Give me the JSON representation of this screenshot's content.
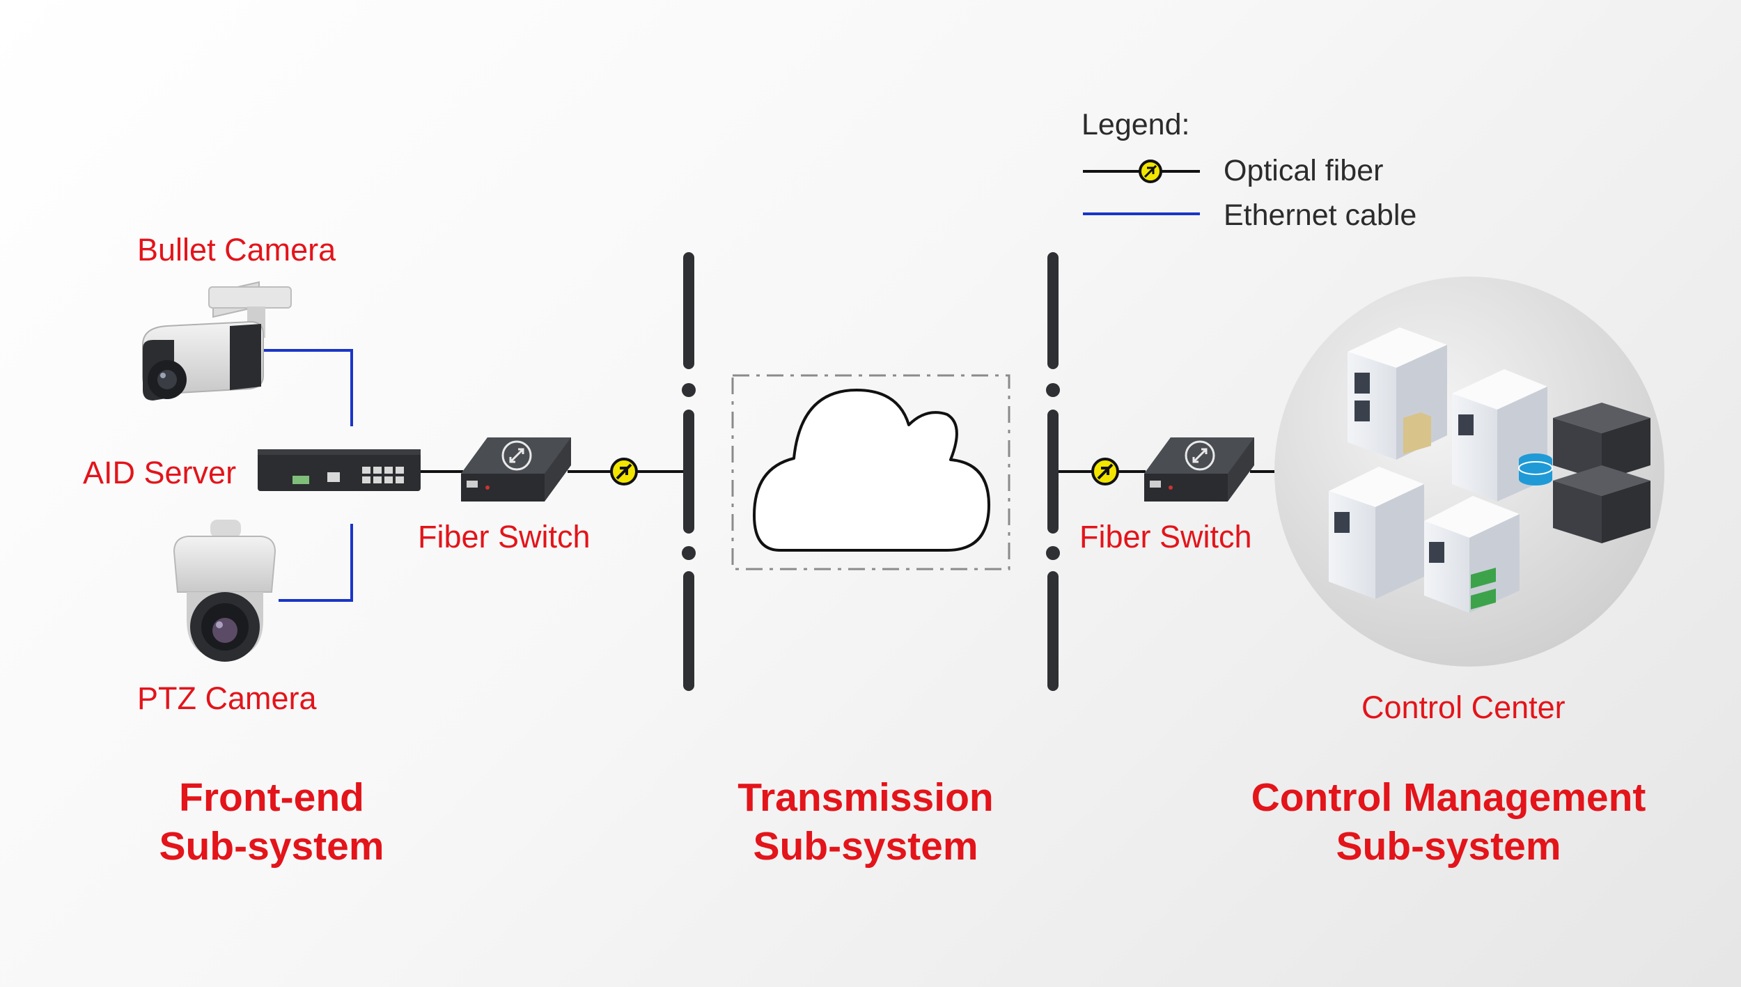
{
  "legend": {
    "title": "Legend:",
    "items": [
      {
        "label": "Optical fiber",
        "color": "#111111",
        "marker": "fiber-connector-icon"
      },
      {
        "label": "Ethernet cable",
        "color": "#1a35c8"
      }
    ]
  },
  "devices": {
    "bullet_camera": "Bullet Camera",
    "aid_server": "AID Server",
    "ptz_camera": "PTZ Camera",
    "fiber_switch_left": "Fiber Switch",
    "fiber_switch_right": "Fiber Switch",
    "control_center": "Control Center"
  },
  "subsystems": [
    {
      "line1": "Front-end",
      "line2": "Sub-system"
    },
    {
      "line1": "Transmission",
      "line2": "Sub-system"
    },
    {
      "line1": "Control Management",
      "line2": "Sub-system"
    }
  ],
  "colors": {
    "label": "#e3141a",
    "ethernet": "#1a35c8",
    "fiber": "#111111",
    "divider": "#2f3033",
    "connector": "#f2e600"
  }
}
